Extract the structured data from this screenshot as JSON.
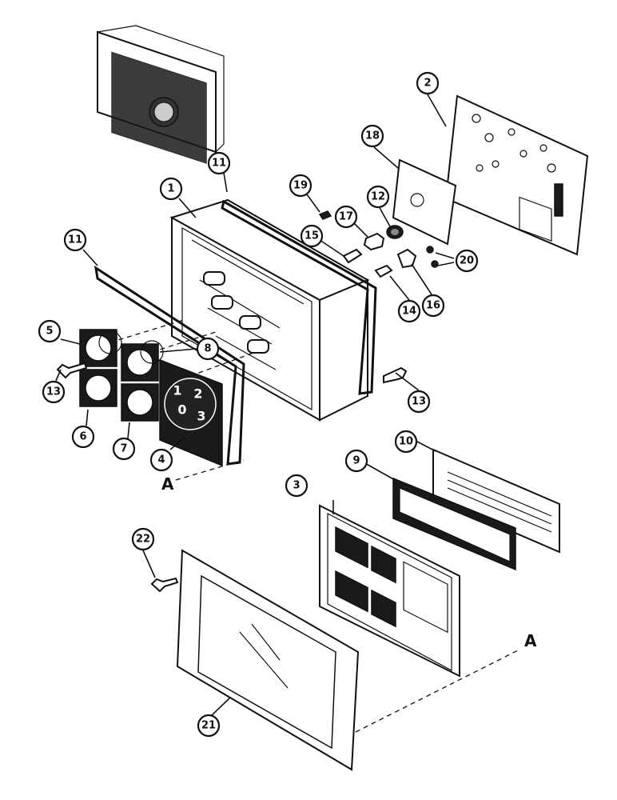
{
  "callouts": {
    "c1": "1",
    "c2": "2",
    "c3": "3",
    "c4": "4",
    "c5": "5",
    "c6": "6",
    "c7": "7",
    "c8": "8",
    "c9": "9",
    "c10": "10",
    "c11a": "11",
    "c11b": "11",
    "c12": "12",
    "c13a": "13",
    "c13b": "13",
    "c14": "14",
    "c15": "15",
    "c16": "16",
    "c17": "17",
    "c18": "18",
    "c19": "19",
    "c20": "20",
    "c21": "21",
    "c22": "22"
  },
  "section_markers": {
    "a_left": "A",
    "a_right": "A"
  },
  "tacho_dial": {
    "n0": "0",
    "n1": "1",
    "n2": "2",
    "n3": "3"
  }
}
